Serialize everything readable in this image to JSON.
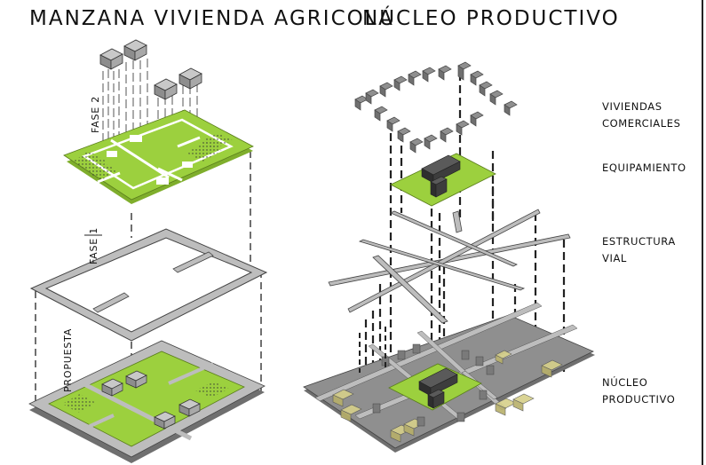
{
  "titles": {
    "left": "MANZANA VIVIENDA AGRICOLA",
    "right": "NÚCLEO PRODUCTIVO"
  },
  "left_phases": {
    "fase2": "FASE 2",
    "fase1": "FASE 1",
    "propuesta": "PROPUESTA"
  },
  "right_labels": {
    "viviendas_line1": "VIVIENDAS",
    "viviendas_line2": "COMERCIALES",
    "equipamiento": "EQUIPAMIENTO",
    "estructura_line1": "ESTRUCTURA",
    "estructura_line2": "VIAL",
    "nucleo_line1": "NÚCLEO",
    "nucleo_line2": "PRODUCTIVO"
  },
  "colors": {
    "green": "#9cd03e",
    "green_dark": "#7fae2c",
    "gray_path": "#bdbdbd",
    "gray_block": "#8f8f8f",
    "gray_dark": "#6f6f6f",
    "building_dark": "#3b3b3b",
    "yellow_box": "#d6d08a"
  }
}
